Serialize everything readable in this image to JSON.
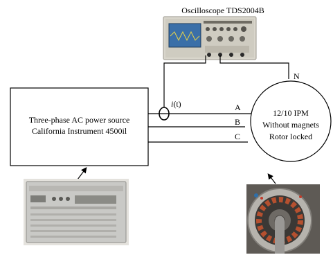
{
  "oscilloscope": {
    "title": "Oscilloscope TDS2004B",
    "colors": {
      "body": "#d9d6cc",
      "screen": "#3a6fa8",
      "trace": "#e8d34a"
    }
  },
  "power_source": {
    "line1": "Three-phase AC power source",
    "line2": "California Instrument 4500il",
    "photo_colors": {
      "body": "#c9c9c6",
      "panel": "#8b8b86"
    }
  },
  "current_probe": {
    "symbol": "i",
    "arg": "(t)"
  },
  "phases": {
    "a": "A",
    "b": "B",
    "c": "C",
    "n": "N"
  },
  "motor": {
    "line1": "12/10 IPM",
    "line2": "Without magnets",
    "line3": "Rotor locked",
    "photo_colors": {
      "frame": "#b6b3ad",
      "winding": "#b5502f",
      "shaft": "#9a9895"
    }
  }
}
